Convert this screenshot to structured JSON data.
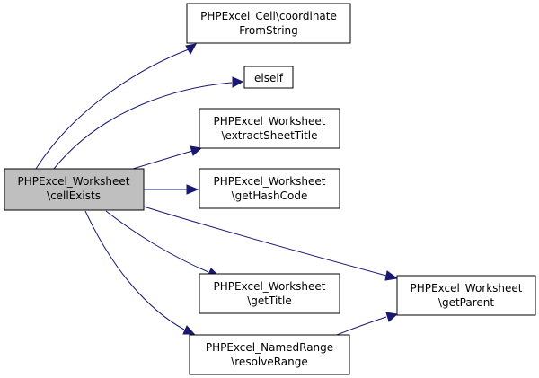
{
  "colors": {
    "source_fill": "#bfbfbf",
    "node_fill": "#ffffff",
    "node_border": "#000000",
    "edge": "#191970"
  },
  "nodes": {
    "cellExists": {
      "line1": "PHPExcel_Worksheet",
      "line2": "\\cellExists"
    },
    "coordinateFromString": {
      "line1": "PHPExcel_Cell\\coordinate",
      "line2": "FromString"
    },
    "elseif": {
      "line1": "elseif"
    },
    "extractSheetTitle": {
      "line1": "PHPExcel_Worksheet",
      "line2": "\\extractSheetTitle"
    },
    "getHashCode": {
      "line1": "PHPExcel_Worksheet",
      "line2": "\\getHashCode"
    },
    "getTitle": {
      "line1": "PHPExcel_Worksheet",
      "line2": "\\getTitle"
    },
    "resolveRange": {
      "line1": "PHPExcel_NamedRange",
      "line2": "\\resolveRange"
    },
    "getParent": {
      "line1": "PHPExcel_Worksheet",
      "line2": "\\getParent"
    }
  }
}
